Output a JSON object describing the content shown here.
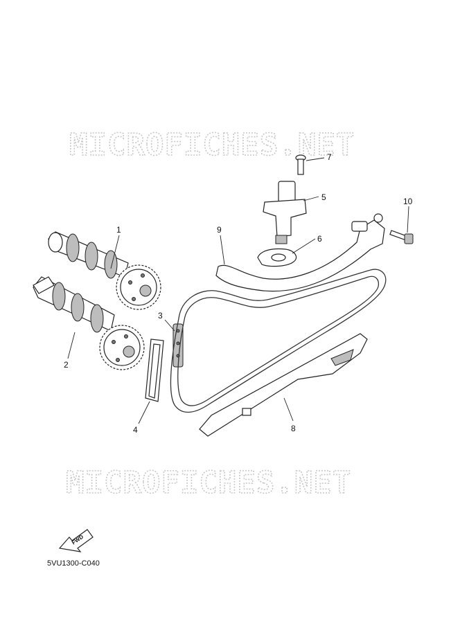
{
  "watermark": "MICROFICHES.NET",
  "diagram_code": "5VU1300-C040",
  "fwd_label": "FWD",
  "callouts": {
    "c1": "1",
    "c2": "2",
    "c3": "3",
    "c4": "4",
    "c5": "5",
    "c6": "6",
    "c7": "7",
    "c8": "8",
    "c9": "9",
    "c10": "10"
  }
}
